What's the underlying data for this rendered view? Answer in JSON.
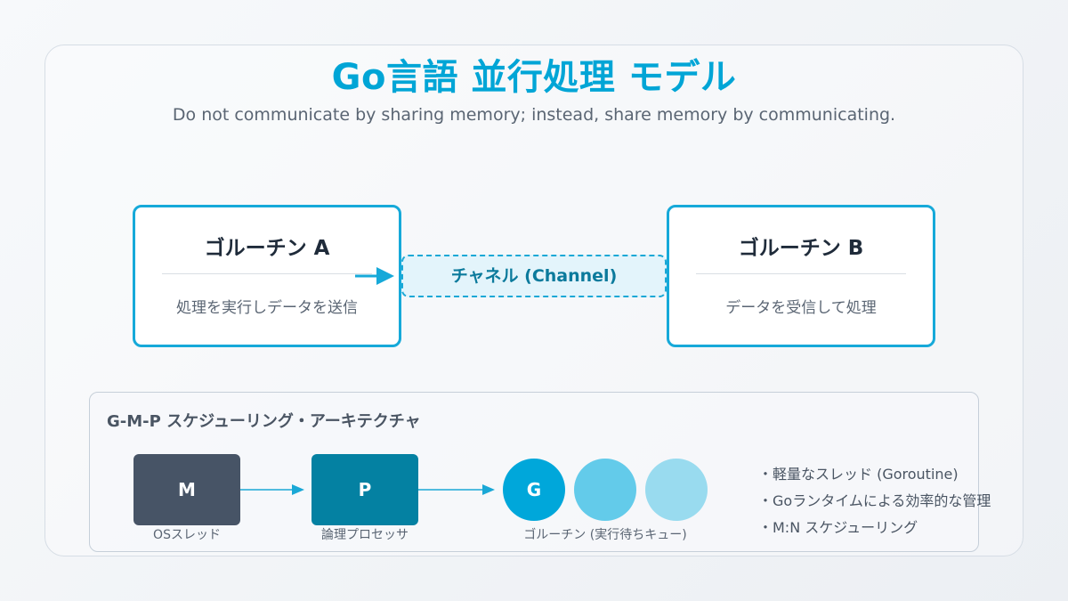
{
  "title": "Go言語 並行処理 モデル",
  "subtitle": "Do not communicate by sharing memory; instead, share memory by communicating.",
  "goroutine_a": {
    "name": "ゴルーチン A",
    "desc": "処理を実行しデータを送信"
  },
  "goroutine_b": {
    "name": "ゴルーチン B",
    "desc": "データを受信して処理"
  },
  "channel": {
    "label": "チャネル (Channel)"
  },
  "gmp": {
    "title": "G-M-P スケジューリング・アーキテクチャ",
    "m": {
      "letter": "M",
      "label": "OSスレッド"
    },
    "p": {
      "letter": "P",
      "label": "論理プロセッサ"
    },
    "g": {
      "letter": "G",
      "label": "ゴルーチン (実行待ちキュー)"
    },
    "bullets": [
      "・軽量なスレッド (Goroutine)",
      "・Goランタイムによる効率的な管理",
      "・M:N スケジューリング"
    ]
  },
  "colors": {
    "accent": "#00a5d6",
    "m_node": "#475466",
    "p_node": "#0481a2",
    "g_primary": "#00a7da",
    "g_queue_1": "#63cbea",
    "g_queue_2": "#99dbef"
  }
}
